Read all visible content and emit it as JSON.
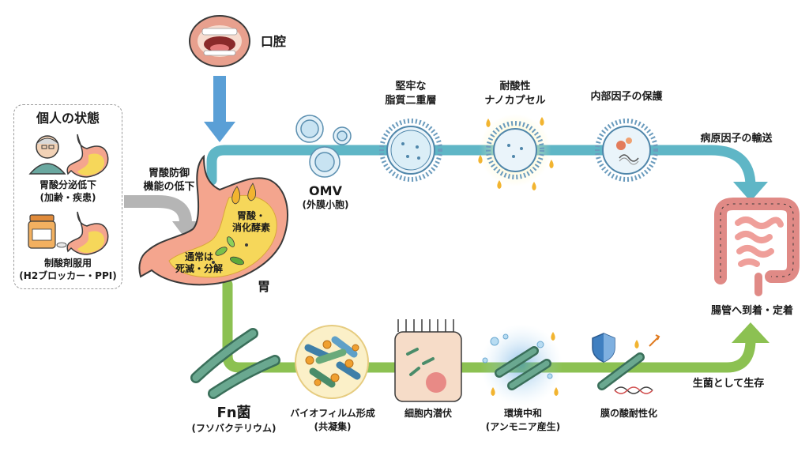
{
  "individual": {
    "title": "個人の状態",
    "item1_line1": "胃酸分泌低下",
    "item1_line2": "(加齢・疾患)",
    "item2_line1": "制酸剤服用",
    "item2_line2": "(H2ブロッカー・PPI)"
  },
  "mouth": {
    "label": "口腔"
  },
  "stomach": {
    "label": "胃",
    "acid_line1": "胃酸・",
    "acid_line2": "消化酵素",
    "normal_line1": "通常は",
    "normal_line2": "死滅・分解",
    "barrier_line1": "胃酸防御",
    "barrier_line2": "機能の低下"
  },
  "top_path": {
    "omv_line1": "OMV",
    "omv_line2": "(外膜小胞)",
    "step1_line1": "堅牢な",
    "step1_line2": "脂質二重層",
    "step2_line1": "耐酸性",
    "step2_line2": "ナノカプセル",
    "step3": "内部因子の保護",
    "end": "病原因子の輸送"
  },
  "intestine": {
    "label": "腸管へ到着・定着"
  },
  "bottom_path": {
    "fn_line1": "Fn菌",
    "fn_line2": "(フソバクテリウム)",
    "step1_line1": "バイオフィルム形成",
    "step1_line2": "(共凝集)",
    "step2": "細胞内潜伏",
    "step3_line1": "環境中和",
    "step3_line2": "(アンモニア産生)",
    "step4": "膜の酸耐性化",
    "end": "生菌として生存"
  },
  "colors": {
    "blue_path": "#5fb6c6",
    "green_path": "#8cc152",
    "down_arrow": "#5a9fd6",
    "gray_arrow": "#b5b5b5",
    "stomach": "#f4a58e",
    "acid": "#f6d75a"
  }
}
